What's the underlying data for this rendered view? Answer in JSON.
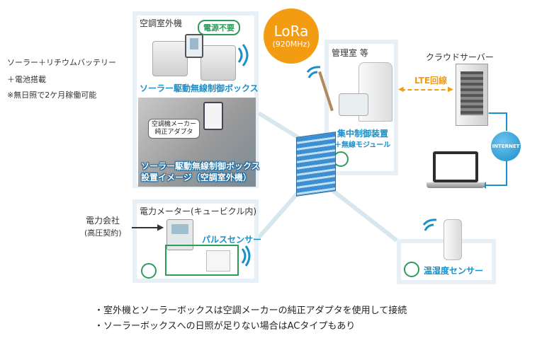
{
  "left_note": {
    "line1": "ソーラー＋リチウムバッテリー",
    "line2": "＋電池搭載",
    "line3": "※無日照で2ケ月稼働可能"
  },
  "outdoor_unit": {
    "title": "空調室外機",
    "badge": "電源不要",
    "box_label": "ソーラー駆動無線制御ボックス",
    "photo_note_line1": "空調機メーカー",
    "photo_note_line2": "純正アダプタ",
    "photo_caption_line1": "ソーラー駆動無線制御ボックス",
    "photo_caption_line2": "設置イメージ（空調室外機）"
  },
  "lora": {
    "name": "LoRa",
    "freq": "(920MHz)"
  },
  "control_room": {
    "title": "管理室 等",
    "device_line1": "集中制御装置",
    "device_line2": "＋無線モジュール"
  },
  "cloud": {
    "title": "クラウドサーバー",
    "link": "LTE回線",
    "internet": "INTERNET"
  },
  "power": {
    "title": "電力メーター(キュービクル内)",
    "company_line1": "電力会社",
    "company_line2": "(高圧契約)",
    "sensor": "パルスセンサー"
  },
  "thermo": {
    "sensor": "温湿度センサー"
  },
  "footer": {
    "line1": "・室外機とソーラーボックスは空調メーカーの純正アダプタを使用して接続",
    "line2": "・ソーラーボックスへの日照が足りない場合はACタイプもあり"
  },
  "colors": {
    "accent_blue": "#1a8fc9",
    "lora_orange": "#f39c12",
    "plug_green": "#2e9b5a",
    "panel_border": "#e6f0f6"
  }
}
